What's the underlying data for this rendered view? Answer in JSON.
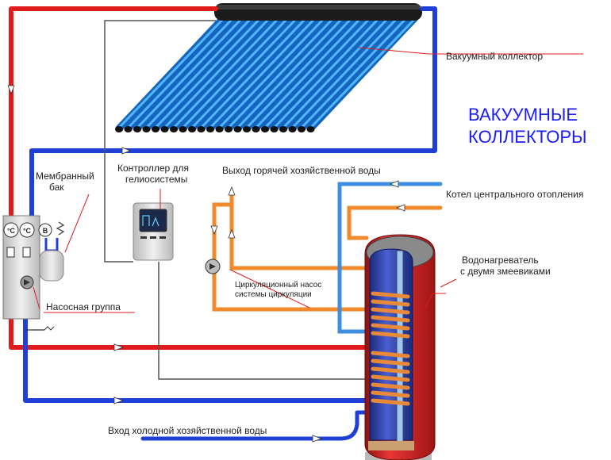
{
  "title": {
    "line1": "ВАКУУМНЫЕ",
    "line2": "КОЛЛЕКТОРЫ"
  },
  "labels": {
    "vacuum_collector": "Вакуумный коллектор",
    "membrane_tank_line1": "Мембранный",
    "membrane_tank_line2": "бак",
    "controller_line1": "Контроллер для",
    "controller_line2": "гелиосистемы",
    "hot_water_out": "Выход горячей хозяйственной воды",
    "boiler": "Котел центрального отопления",
    "heater_line1": "Водонагреватель",
    "heater_line2": "с двумя змеевиками",
    "circ_pump_line1": "Циркуляционный насос",
    "circ_pump_line2": "системы циркуляции",
    "pump_group": "Насосная группа",
    "cold_water_in": "Вход холодной хозяйственной воды"
  },
  "pump_group": {
    "gauge1": "°C",
    "gauge2": "°C",
    "gauge3": "B"
  },
  "colors": {
    "hot": "#e01b1b",
    "cold": "#1f3fd6",
    "dhw_hot": "#f08a2c",
    "dhw_cold": "#3f8fe0",
    "controller_wire": "#555555",
    "tank_shell": "#d52222",
    "tank_inner": "#2a3a9a",
    "tube": "#1e88d8",
    "title": "#1a1aff"
  }
}
